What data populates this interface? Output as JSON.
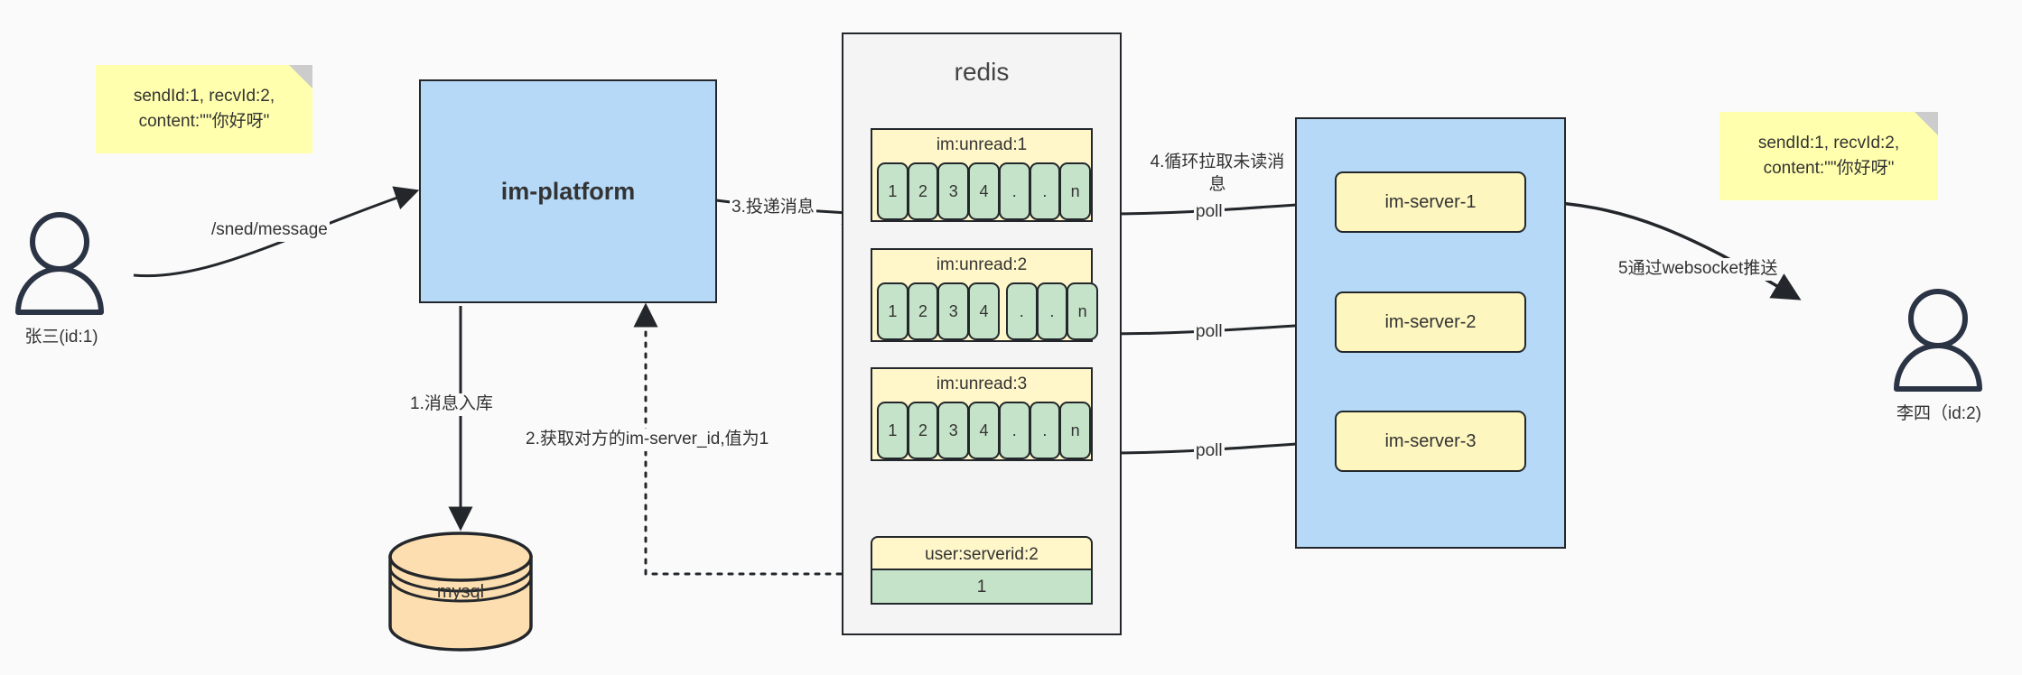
{
  "diagram": {
    "title": "IM message delivery architecture",
    "colors": {
      "sticky": "#ffffad",
      "blue": "#b5d9f7",
      "yellow": "#fff7c9",
      "green": "#c5e3c8",
      "orange": "#fcdeb0",
      "stroke": "#23272b",
      "canvas": "#fafafa"
    }
  },
  "notes": {
    "left": "sendId:1,\nrecvId:2,\ncontent:\"\"你好呀\"",
    "right": "sendId:1,\nrecvId:2,\ncontent:\"\"你好呀\""
  },
  "actors": {
    "sender": {
      "label": "张三(id:1)"
    },
    "receiver": {
      "label": "李四（id:2)"
    }
  },
  "platform": {
    "label": "im-platform"
  },
  "storage": {
    "label": "mysql"
  },
  "redis": {
    "title": "redis",
    "lists": [
      {
        "key": "im:unread:1",
        "cells": [
          "1",
          "2",
          "3",
          "4",
          ".",
          ".",
          "n"
        ]
      },
      {
        "key": "im:unread:2",
        "cells": [
          "1",
          "2",
          "3",
          "4",
          ".",
          ".",
          "n"
        ]
      },
      {
        "key": "im:unread:3",
        "cells": [
          "1",
          "2",
          "3",
          "4",
          ".",
          ".",
          "n"
        ]
      }
    ],
    "kv": {
      "key": "user:serverid:2",
      "value": "1"
    }
  },
  "servers": {
    "items": [
      {
        "label": "im-server-1"
      },
      {
        "label": "im-server-2"
      },
      {
        "label": "im-server-3"
      }
    ]
  },
  "edges": {
    "send_message": "/sned/message",
    "step1": "1.消息入库",
    "step2": "2.获取对方的im-server_id,值为1",
    "step3": "3.投递消息",
    "step4": "4.循环拉取未读消\n息",
    "poll1": "poll",
    "poll2": "poll",
    "poll3": "poll",
    "step5": "5通过websocket推送"
  }
}
